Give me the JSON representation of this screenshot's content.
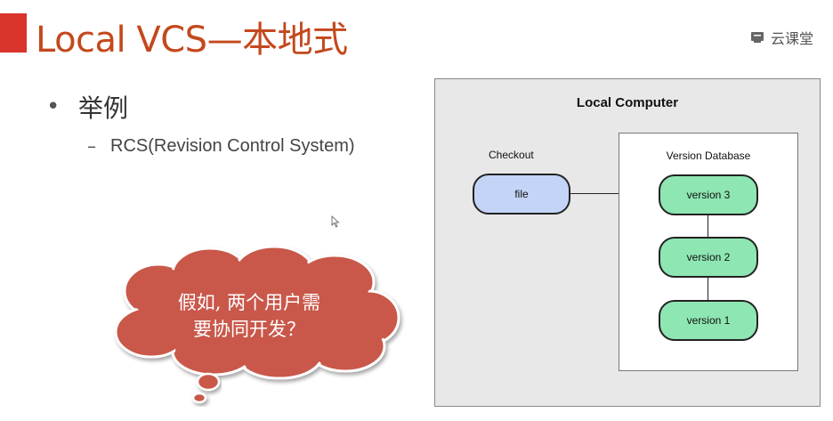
{
  "slide": {
    "title": "Local VCS—本地式",
    "brand": "云课堂",
    "bullet": "举例",
    "sub_bullet": "RCS(Revision Control System)",
    "cloud_text_line1": "假如, 两个用户需",
    "cloud_text_line2": "要协同开发？"
  },
  "diagram": {
    "title": "Local Computer",
    "checkout_label": "Checkout",
    "file_label": "file",
    "database_label": "Version Database",
    "versions": [
      "version 3",
      "version 2",
      "version 1"
    ]
  },
  "colors": {
    "title": "#c4481d",
    "accent_bar": "#d9342b",
    "cloud": "#c9584a",
    "file_pill": "#c3d4f7",
    "version_pill": "#8ee6b3"
  }
}
